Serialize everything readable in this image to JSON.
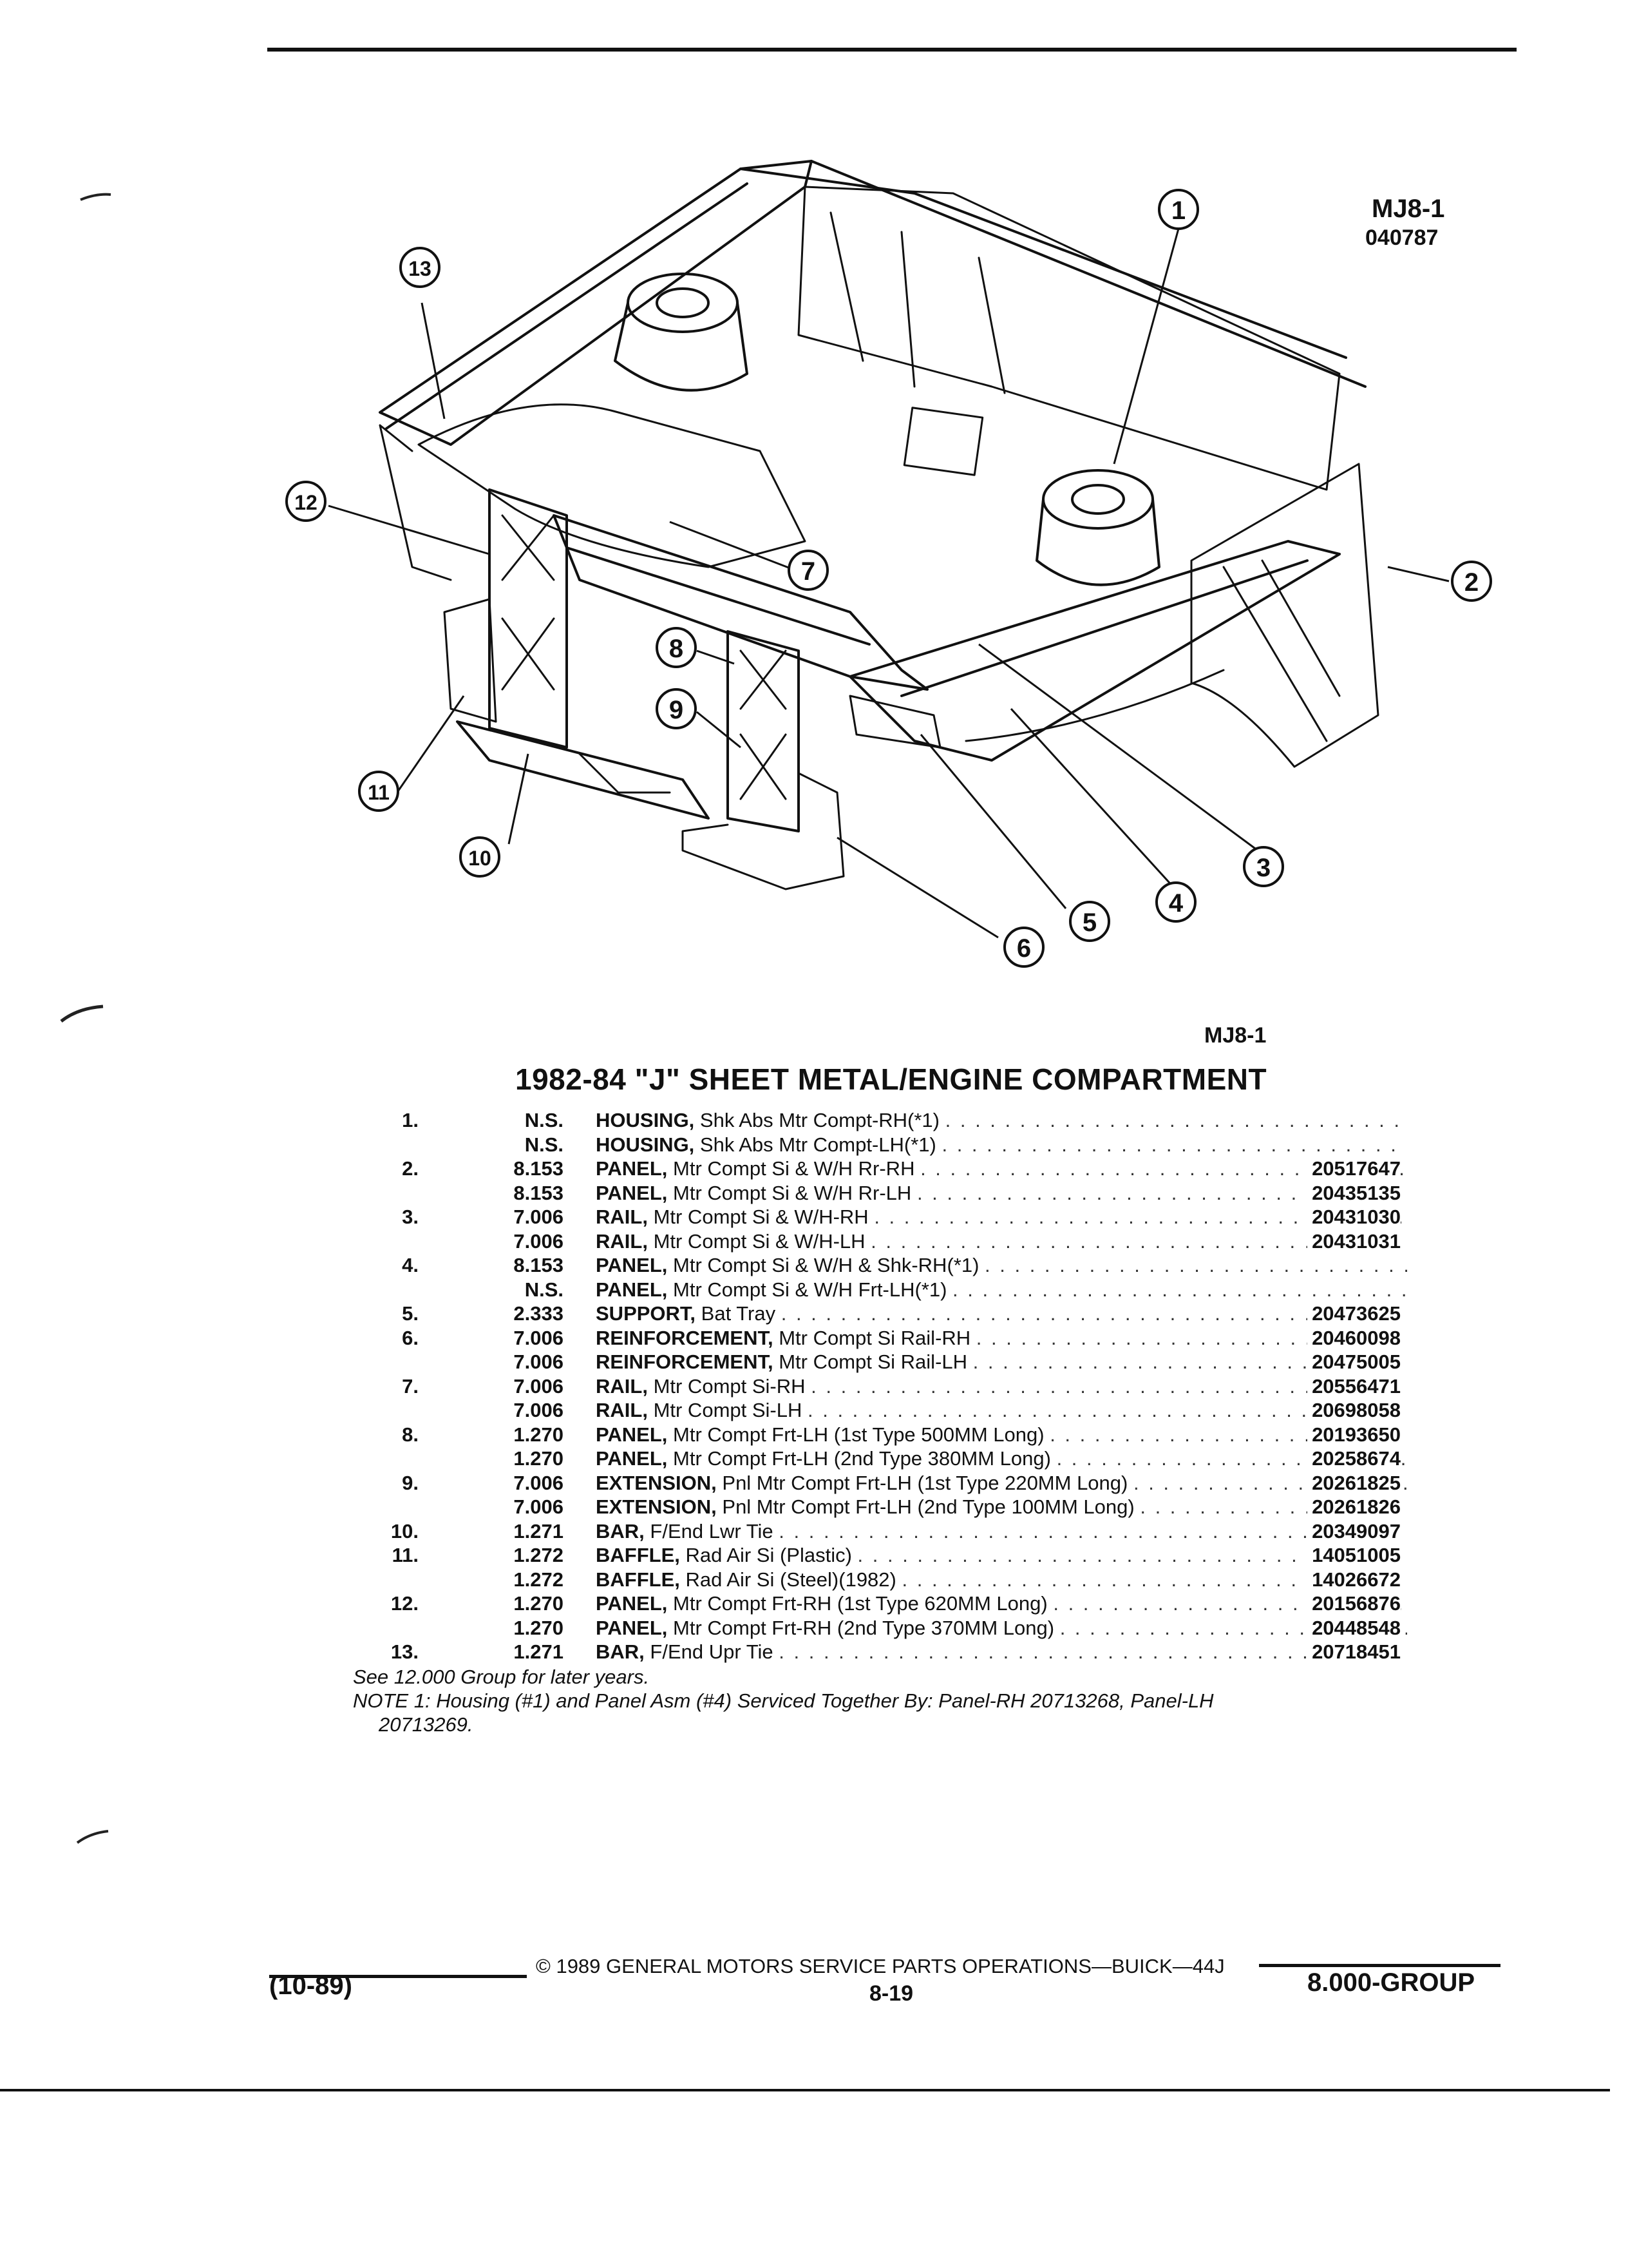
{
  "figure": {
    "code": "MJ8-1",
    "date_code": "040787",
    "caption": "MJ8-1",
    "callouts": [
      "1",
      "2",
      "3",
      "4",
      "5",
      "6",
      "7",
      "8",
      "9",
      "10",
      "11",
      "12",
      "13"
    ]
  },
  "title": "1982-84 \"J\" SHEET METAL/ENGINE COMPARTMENT",
  "parts": [
    {
      "index": "1.",
      "group": "N.S.",
      "name": "HOUSING,",
      "desc": "Shk Abs Mtr Compt-RH(*1)",
      "part_no": ""
    },
    {
      "index": "",
      "group": "N.S.",
      "name": "HOUSING,",
      "desc": "Shk Abs Mtr Compt-LH(*1)",
      "part_no": ""
    },
    {
      "index": "2.",
      "group": "8.153",
      "name": "PANEL,",
      "desc": "Mtr Compt Si & W/H Rr-RH",
      "part_no": "20517647"
    },
    {
      "index": "",
      "group": "8.153",
      "name": "PANEL,",
      "desc": "Mtr Compt Si & W/H Rr-LH",
      "part_no": "20435135"
    },
    {
      "index": "3.",
      "group": "7.006",
      "name": "RAIL,",
      "desc": "Mtr Compt Si & W/H-RH",
      "part_no": "20431030"
    },
    {
      "index": "",
      "group": "7.006",
      "name": "RAIL,",
      "desc": "Mtr Compt Si & W/H-LH",
      "part_no": "20431031"
    },
    {
      "index": "4.",
      "group": "8.153",
      "name": "PANEL,",
      "desc": "Mtr Compt Si & W/H & Shk-RH(*1)",
      "part_no": ""
    },
    {
      "index": "",
      "group": "N.S.",
      "name": "PANEL,",
      "desc": "Mtr Compt Si & W/H Frt-LH(*1)",
      "part_no": ""
    },
    {
      "index": "5.",
      "group": "2.333",
      "name": "SUPPORT,",
      "desc": "Bat Tray",
      "part_no": "20473625"
    },
    {
      "index": "6.",
      "group": "7.006",
      "name": "REINFORCEMENT,",
      "desc": "Mtr Compt Si Rail-RH",
      "part_no": "20460098"
    },
    {
      "index": "",
      "group": "7.006",
      "name": "REINFORCEMENT,",
      "desc": "Mtr Compt Si Rail-LH",
      "part_no": "20475005"
    },
    {
      "index": "7.",
      "group": "7.006",
      "name": "RAIL,",
      "desc": "Mtr Compt Si-RH",
      "part_no": "20556471"
    },
    {
      "index": "",
      "group": "7.006",
      "name": "RAIL,",
      "desc": "Mtr Compt Si-LH",
      "part_no": "20698058"
    },
    {
      "index": "8.",
      "group": "1.270",
      "name": "PANEL,",
      "desc": "Mtr Compt Frt-LH (1st Type 500MM Long)",
      "part_no": "20193650"
    },
    {
      "index": "",
      "group": "1.270",
      "name": "PANEL,",
      "desc": "Mtr Compt Frt-LH (2nd Type 380MM Long)",
      "part_no": "20258674"
    },
    {
      "index": "9.",
      "group": "7.006",
      "name": "EXTENSION,",
      "desc": "Pnl Mtr Compt Frt-LH (1st Type 220MM Long)",
      "part_no": "20261825"
    },
    {
      "index": "",
      "group": "7.006",
      "name": "EXTENSION,",
      "desc": "Pnl Mtr Compt Frt-LH (2nd Type 100MM Long)",
      "part_no": "20261826"
    },
    {
      "index": "10.",
      "group": "1.271",
      "name": "BAR,",
      "desc": "F/End Lwr Tie",
      "part_no": "20349097"
    },
    {
      "index": "11.",
      "group": "1.272",
      "name": "BAFFLE,",
      "desc": "Rad Air Si (Plastic)",
      "part_no": "14051005"
    },
    {
      "index": "",
      "group": "1.272",
      "name": "BAFFLE,",
      "desc": "Rad Air Si (Steel)(1982)",
      "part_no": "14026672"
    },
    {
      "index": "12.",
      "group": "1.270",
      "name": "PANEL,",
      "desc": "Mtr Compt Frt-RH (1st Type 620MM Long)",
      "part_no": "20156876"
    },
    {
      "index": "",
      "group": "1.270",
      "name": "PANEL,",
      "desc": "Mtr Compt Frt-RH (2nd Type 370MM Long)",
      "part_no": "20448548"
    },
    {
      "index": "13.",
      "group": "1.271",
      "name": "BAR,",
      "desc": "F/End Upr Tie",
      "part_no": "20718451"
    }
  ],
  "notes": {
    "see": "See 12.000 Group for later years.",
    "note1_line1": "NOTE 1: Housing (#1) and Panel Asm (#4) Serviced Together By: Panel-RH 20713268, Panel-LH",
    "note1_line2": "20713269."
  },
  "footer": {
    "copyright": "© 1989 GENERAL MOTORS SERVICE PARTS OPERATIONS—BUICK—44J",
    "date": "(10-89)",
    "page": "8-19",
    "group": "8.000-GROUP"
  }
}
